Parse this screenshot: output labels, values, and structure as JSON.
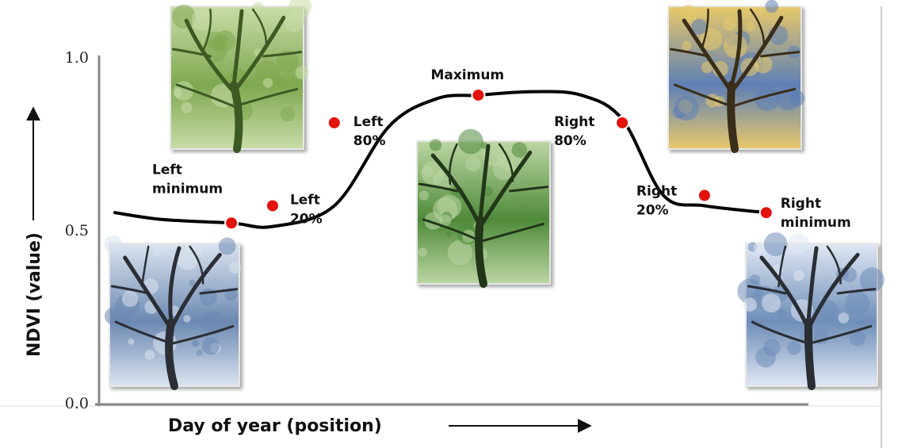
{
  "chart_data": {
    "type": "line",
    "xlabel": "Day of year (position)",
    "ylabel": "NDVI (value)",
    "ylim": [
      0.0,
      1.0
    ],
    "yticks": [
      "0.0",
      "0.5",
      "1.0"
    ],
    "grid": false,
    "series": [
      {
        "x": [
          0,
          7,
          17,
          23,
          32,
          40,
          47,
          53,
          61,
          68,
          74,
          80,
          86,
          95
        ],
        "y": [
          0.55,
          0.53,
          0.52,
          0.51,
          0.57,
          0.8,
          0.88,
          0.89,
          0.9,
          0.89,
          0.82,
          0.6,
          0.57,
          0.55
        ]
      }
    ],
    "points": [
      {
        "key": "left_min",
        "label_lines": [
          "Left",
          "minimum"
        ],
        "x": 17,
        "y": 0.52
      },
      {
        "key": "left_20",
        "label_lines": [
          "Left",
          "20%"
        ],
        "x": 23,
        "y": 0.57
      },
      {
        "key": "left_80",
        "label_lines": [
          "Left",
          "80%"
        ],
        "x": 32,
        "y": 0.81
      },
      {
        "key": "maximum",
        "label_lines": [
          "Maximum"
        ],
        "x": 53,
        "y": 0.89
      },
      {
        "key": "right_80",
        "label_lines": [
          "Right",
          "80%"
        ],
        "x": 74,
        "y": 0.81
      },
      {
        "key": "right_20",
        "label_lines": [
          "Right",
          "20%"
        ],
        "x": 86,
        "y": 0.6
      },
      {
        "key": "right_min",
        "label_lines": [
          "Right",
          "minimum"
        ],
        "x": 95,
        "y": 0.55
      }
    ],
    "photos": [
      {
        "key": "early-summer-tree",
        "season": "early-summer",
        "colors": [
          "#c9dca8",
          "#7fa850",
          "#3e5a24"
        ]
      },
      {
        "key": "winter-tree-left",
        "season": "winter",
        "colors": [
          "#dbe4ef",
          "#6c89b2",
          "#2b2f35"
        ]
      },
      {
        "key": "summer-tree",
        "season": "summer",
        "colors": [
          "#bcd6a3",
          "#4f8a3a",
          "#22361a"
        ]
      },
      {
        "key": "autumn-tree",
        "season": "autumn",
        "colors": [
          "#e8c96a",
          "#5e7fb5",
          "#3a2e1a"
        ]
      },
      {
        "key": "winter-tree-right",
        "season": "winter",
        "colors": [
          "#e0e8f3",
          "#6e8db8",
          "#2a2e33"
        ]
      }
    ]
  }
}
